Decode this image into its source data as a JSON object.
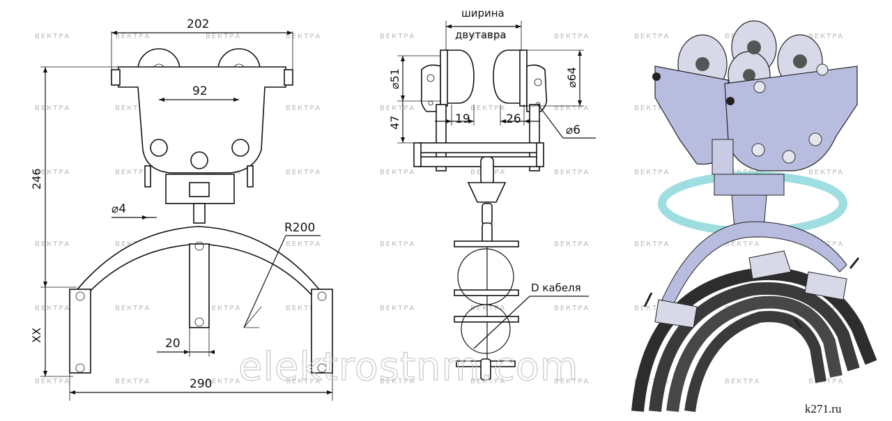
{
  "dimensions": {
    "front": {
      "width_top": "202",
      "bolt_spacing": "92",
      "height": "246",
      "hole": "⌀4",
      "radius": "R200",
      "clamp_width": "20",
      "span": "290",
      "clamp_height": "XX"
    },
    "side": {
      "beam_width_line1": "ширина",
      "beam_width_line2": "двутавра",
      "wheel_small": "⌀51",
      "wheel_large": "⌀64",
      "offset_height": "47",
      "flange_left": "19",
      "flange_right": "26",
      "hole": "⌀6",
      "cable_diameter": "D кабеля"
    }
  },
  "watermarks": {
    "brand": "ВЕКТРА",
    "site": "elektrostnm.com"
  },
  "source_label": "k271.ru",
  "colors": {
    "metal": "#b8bde0",
    "metal_dark": "#8a90c0",
    "cable": "#3a3a3a",
    "ring": "#7fd3d6"
  }
}
